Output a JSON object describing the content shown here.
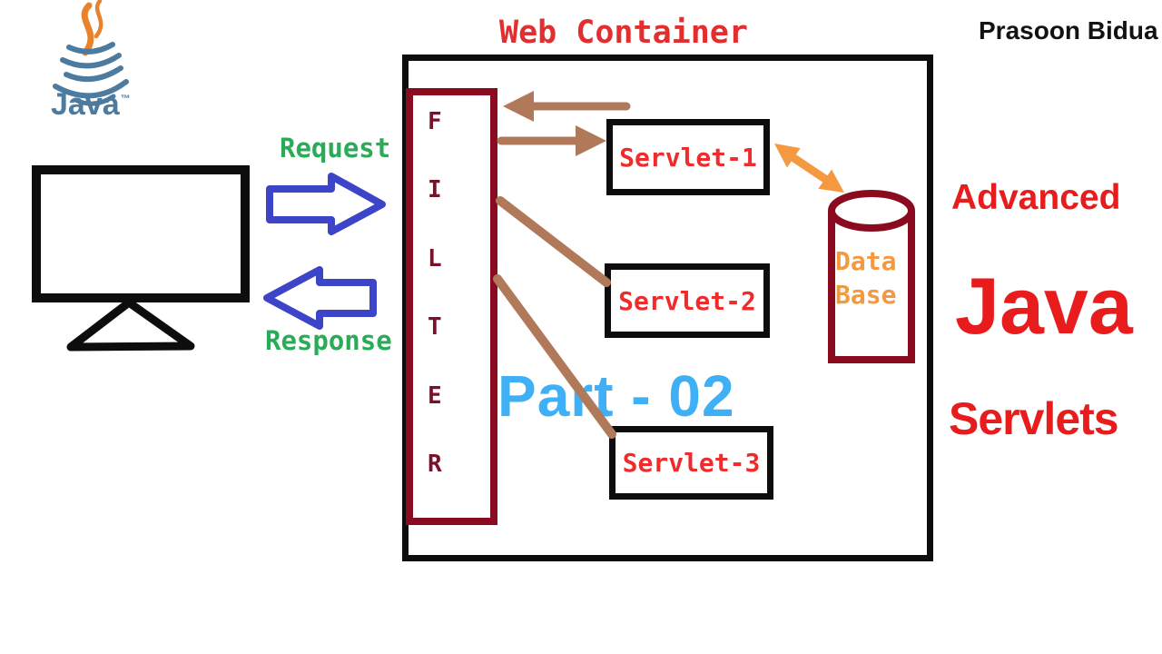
{
  "branding": {
    "java_label": "Java",
    "java_trademark": "™",
    "author": "Prasoon Bidua"
  },
  "diagram": {
    "title": "Web Container",
    "filter": {
      "letters": [
        "F",
        "I",
        "L",
        "T",
        "E",
        "R"
      ]
    },
    "servlets": [
      {
        "label": "Servlet-1"
      },
      {
        "label": "Servlet-2"
      },
      {
        "label": "Servlet-3"
      }
    ],
    "database": {
      "line1": "Data",
      "line2": "Base"
    },
    "request_label": "Request",
    "response_label": "Response"
  },
  "overlay": {
    "part_label": "Part - 02"
  },
  "right_panel": {
    "line1": "Advanced",
    "line2": "Java",
    "line3": "Servlets"
  },
  "colors": {
    "title_red": "#e22e2e",
    "servlet_red": "#ef2c2c",
    "accent_red": "#e81c1c",
    "maroon": "#8a0b20",
    "filter_letter_maroon": "#7a1128",
    "brown": "#b0795a",
    "orange": "#f4993f",
    "green": "#2aab58",
    "blue": "#3c45c8",
    "light_blue": "#3fb0f5",
    "java_blue": "#4d7a9f",
    "java_orange": "#e8822d",
    "black": "#0d0d0d"
  }
}
